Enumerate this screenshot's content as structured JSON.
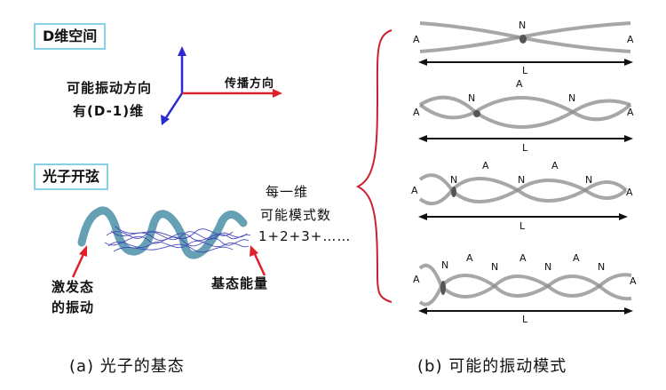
{
  "left": {
    "dimension_label": "D维空间",
    "vibration_dir_line1": "可能振动方向",
    "vibration_dir_line2": "有(D-1)维",
    "propagation_dir": "传播方向",
    "string_label": "光子开弦",
    "excited_line1": "激发态",
    "excited_line2": "的振动",
    "ground_energy": "基态能量",
    "caption": "(a) 光子的基态"
  },
  "middle": {
    "modes_line1": "每一维",
    "modes_line2": "可能模式数",
    "series": "1+2+3+……"
  },
  "right": {
    "node_label": "N",
    "antinode_label": "A",
    "length_label": "L",
    "caption": "(b) 可能的振动模式"
  },
  "colors": {
    "vertical_arrow": "#2a2ad0",
    "horizontal_arrow": "#e0202a",
    "box_border": "#86d1e6",
    "brace": "#cc2030",
    "wave_gray": "#8a8a8a"
  }
}
